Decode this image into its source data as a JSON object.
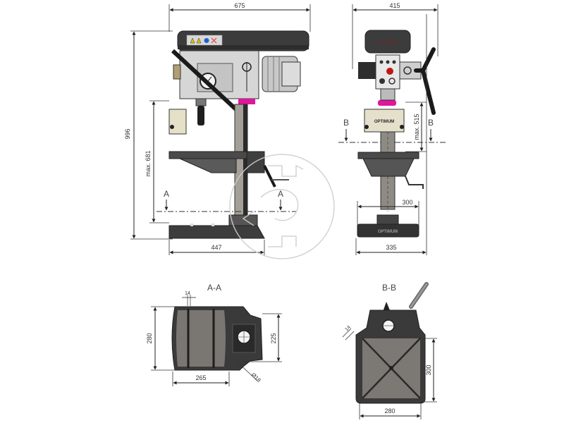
{
  "drawing": {
    "title": "Drill press dimensional drawing",
    "brand_label": "OPTIMUM",
    "accent_color": "#e0169c",
    "body_color": "#4a4a4a",
    "column_color": "#8e8a84"
  },
  "side_view": {
    "width_top": "675",
    "height_total": "996",
    "height_max": "max. 681",
    "base_width": "447",
    "section_marker_left": "A",
    "section_marker_right": "A"
  },
  "front_view": {
    "width_top": "415",
    "height_max": "max. 515",
    "foot_width": "300",
    "base_width": "335",
    "section_marker_left": "B",
    "section_marker_right": "B"
  },
  "section_a": {
    "title": "A-A",
    "slot_width": "14",
    "height_left": "280",
    "height_right": "225",
    "width_bottom": "265",
    "hole_diameter": "Ø18"
  },
  "section_b": {
    "title": "B-B",
    "slot_width": "14",
    "height_right": "300",
    "width_bottom": "280"
  },
  "warning_icons": [
    "warning-triangle-icon",
    "warning-triangle-icon",
    "info-circle-icon",
    "prohibited-icon"
  ]
}
